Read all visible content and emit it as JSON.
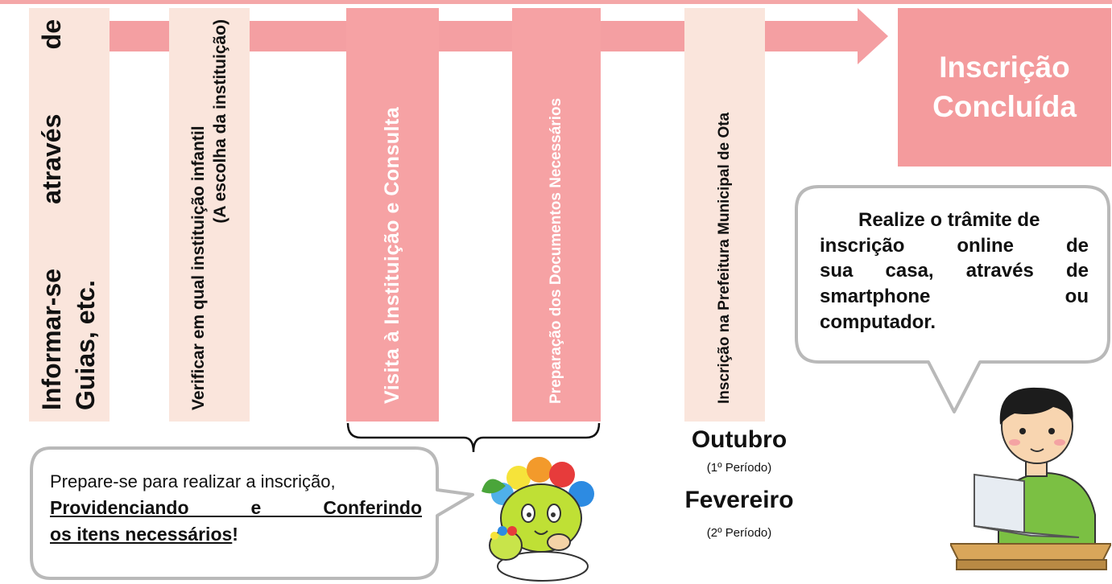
{
  "steps": {
    "step1": {
      "line1": "Informar-se através de",
      "line2": "Guias, etc."
    },
    "step2": {
      "line1": "Verificar em qual instituição infantil",
      "line2": "(A escolha da instituição)"
    },
    "step3": {
      "text": "Visita à Instituição e Consulta"
    },
    "step4": {
      "text": "Preparação dos Documentos Necessários"
    },
    "step5": {
      "text": "Inscrição na Prefeitura Municipal de Ota"
    }
  },
  "completed": {
    "line1": "Inscrição",
    "line2": "Concluída"
  },
  "dates": {
    "month1": "Outubro",
    "period1": "(1º Período)",
    "month2": "Fevereiro",
    "period2": "(2º Período)"
  },
  "left_bubble": {
    "line1": "Prepare-se para realizar a inscrição,",
    "line2": "Providenciando e Conferindo",
    "line3a": "os itens necessários",
    "line3b": "!"
  },
  "right_bubble": {
    "line1": "Realize o trâmite de",
    "line2": "inscrição online de",
    "line3": "sua casa, através de",
    "line4a": "smartphone",
    "line4b": "ou",
    "line5": "computador."
  },
  "colors": {
    "arrow": "#f49fa2",
    "light_column": "#fae5dc",
    "pink_column": "#f6a2a4",
    "done_box": "#f49b9d"
  }
}
